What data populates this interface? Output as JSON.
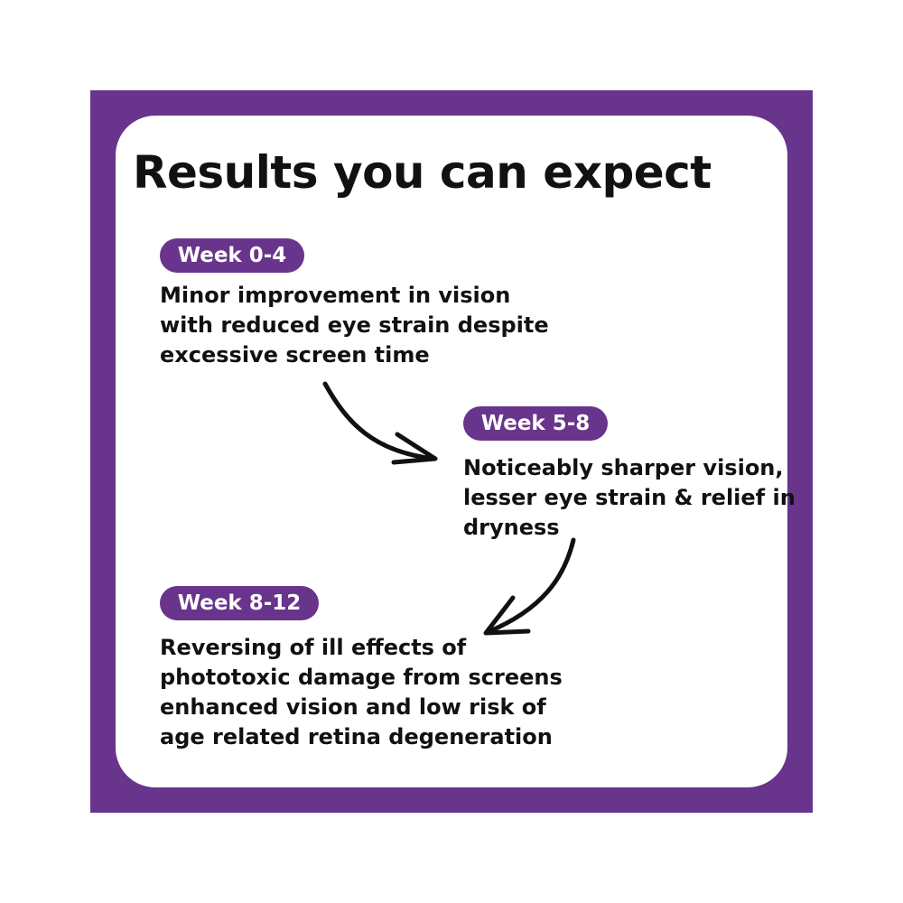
{
  "title": "Results you can expect",
  "stages": [
    {
      "label": "Week 0-4",
      "description": "Minor improvement in vision\nwith reduced eye strain despite\nexcessive screen time"
    },
    {
      "label": "Week 5-8",
      "description": "Noticeably sharper vision,\nlesser eye strain & relief in\ndryness"
    },
    {
      "label": "Week 8-12",
      "description": "Reversing of ill effects of\nphototoxic damage from screens\nenhanced vision and low risk of\nage related retina degeneration"
    }
  ],
  "colors": {
    "accent": "#69348c",
    "card": "#ffffff",
    "text": "#111111"
  },
  "icons": [
    "curved-arrow-icon",
    "curved-arrow-icon"
  ]
}
